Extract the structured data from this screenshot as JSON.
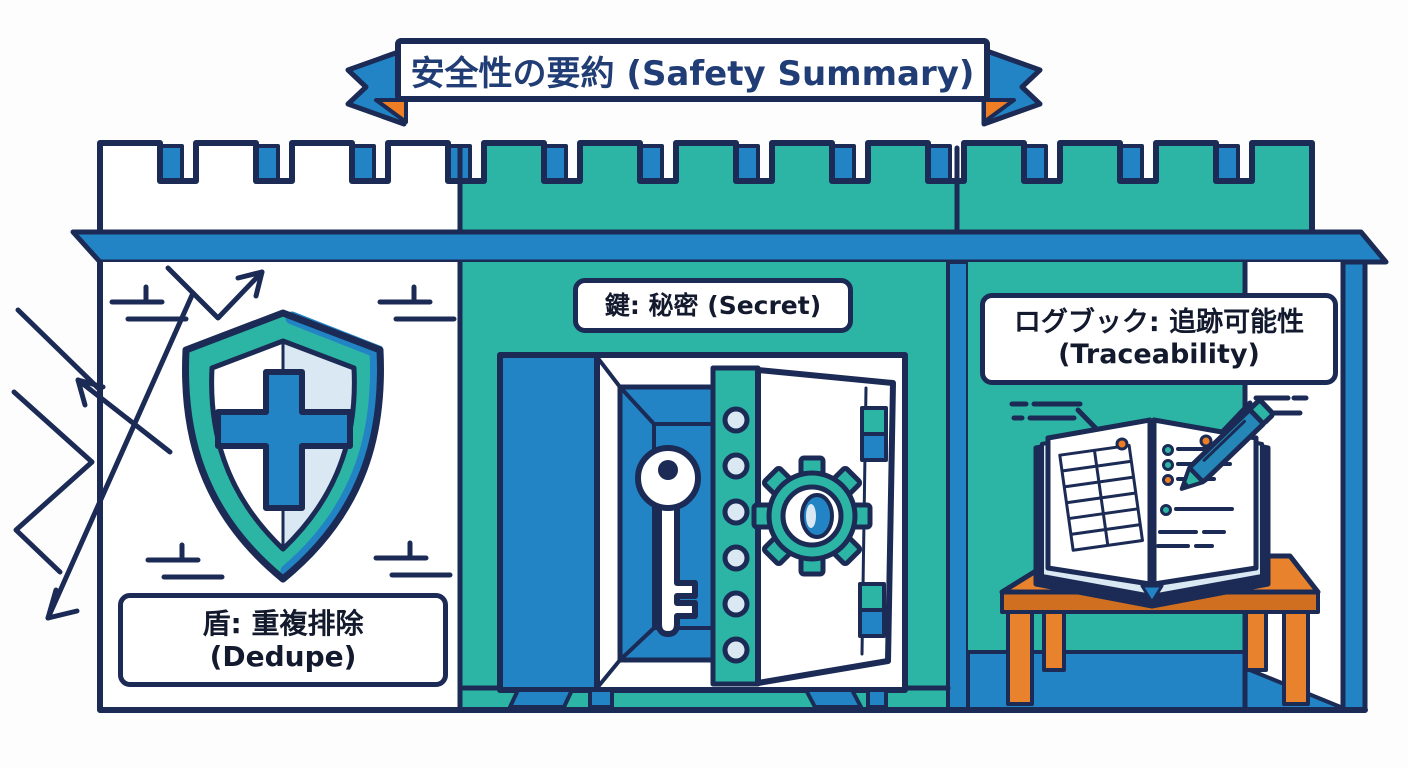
{
  "banner": {
    "title": "安全性の要約 (Safety Summary)"
  },
  "sections": [
    {
      "id": "dedupe",
      "label_line1": "盾: 重複排除",
      "label_line2": "(Dedupe)",
      "icon": "shield-cross-icon"
    },
    {
      "id": "secret",
      "label_line1": "鍵: 秘密 (Secret)",
      "label_line2": "",
      "icon": "vault-key-icon"
    },
    {
      "id": "traceability",
      "label_line1": "ログブック: 追跡可能性",
      "label_line2": "(Traceability)",
      "icon": "logbook-pen-icon"
    }
  ],
  "icons": [
    "banner-ribbon",
    "castle-battlement",
    "shield-cross-icon",
    "deflected-arrow-icon",
    "vault-key-icon",
    "gear-dial-icon",
    "logbook-pen-icon",
    "table"
  ],
  "colors": {
    "navy": "#1b2b55",
    "teal": "#2cb5a4",
    "blue": "#2283c5",
    "lightblue": "#d9e8f3",
    "orange": "#e8822c",
    "orangedeep": "#d06f1f",
    "penblue": "#2487b8",
    "dotorange": "#ef7d23",
    "bannertext": "#203d75",
    "labeltext": "#141a2e",
    "background": "#fdfdfd"
  }
}
